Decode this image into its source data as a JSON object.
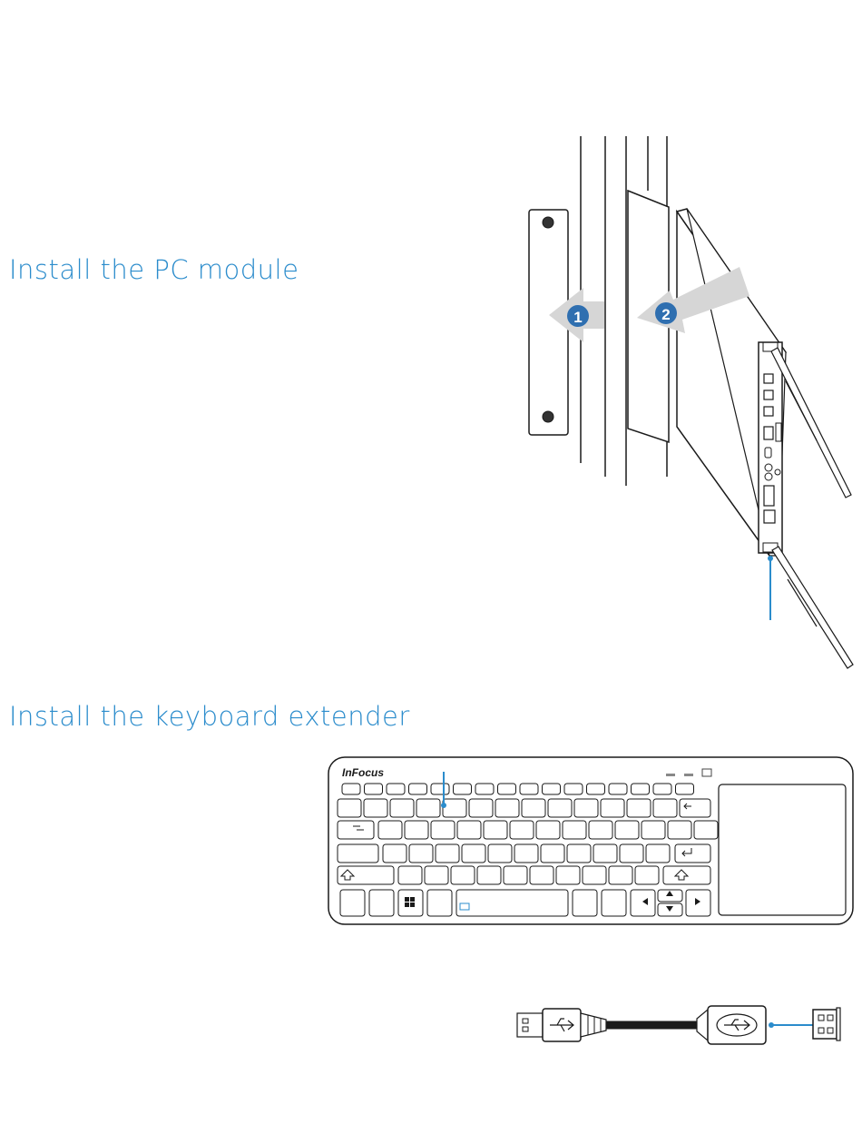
{
  "section_pc": {
    "title": "Install the PC module"
  },
  "section_keyboard": {
    "title": "Install the keyboard extender"
  },
  "steps": {
    "step_one": "1",
    "step_two": "2"
  },
  "keyboard": {
    "brand": "InFocus"
  },
  "colors": {
    "accent": "#2b8ccc",
    "step_badge": "#2f6fb0",
    "arrow": "#d6d6d6",
    "line": "#1a1a1a"
  }
}
